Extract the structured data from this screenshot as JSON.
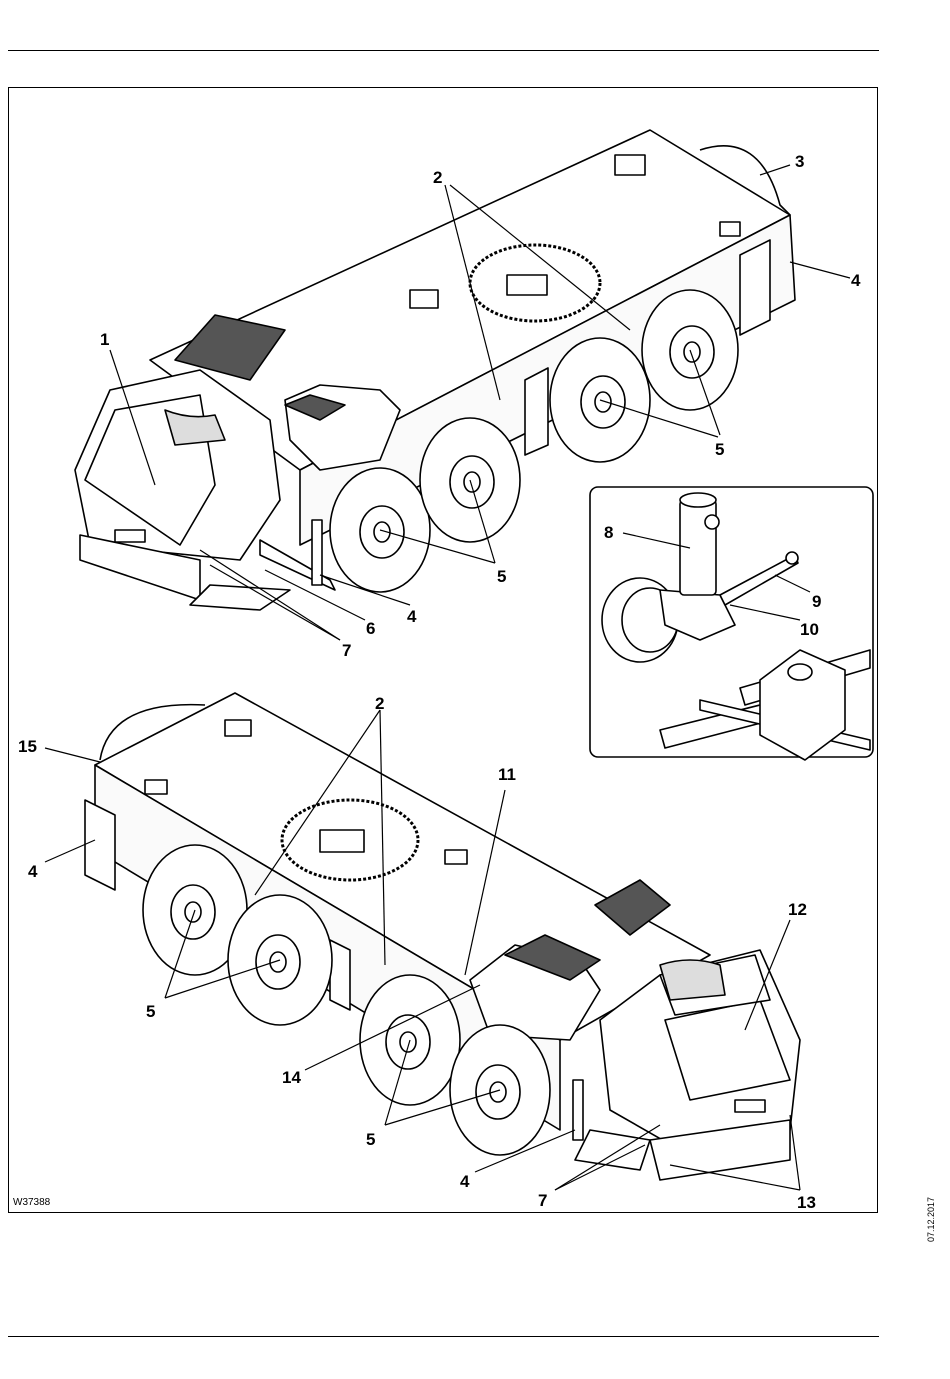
{
  "figure": {
    "code": "W37388",
    "date": "07.12.2017",
    "callouts": {
      "c1": "1",
      "c2": "2",
      "c3": "3",
      "c4": "4",
      "c5": "5",
      "c6": "6",
      "c7": "7",
      "c8": "8",
      "c9": "9",
      "c10": "10",
      "c11": "11",
      "c12": "12",
      "c13": "13",
      "c14": "14",
      "c15": "15"
    }
  }
}
